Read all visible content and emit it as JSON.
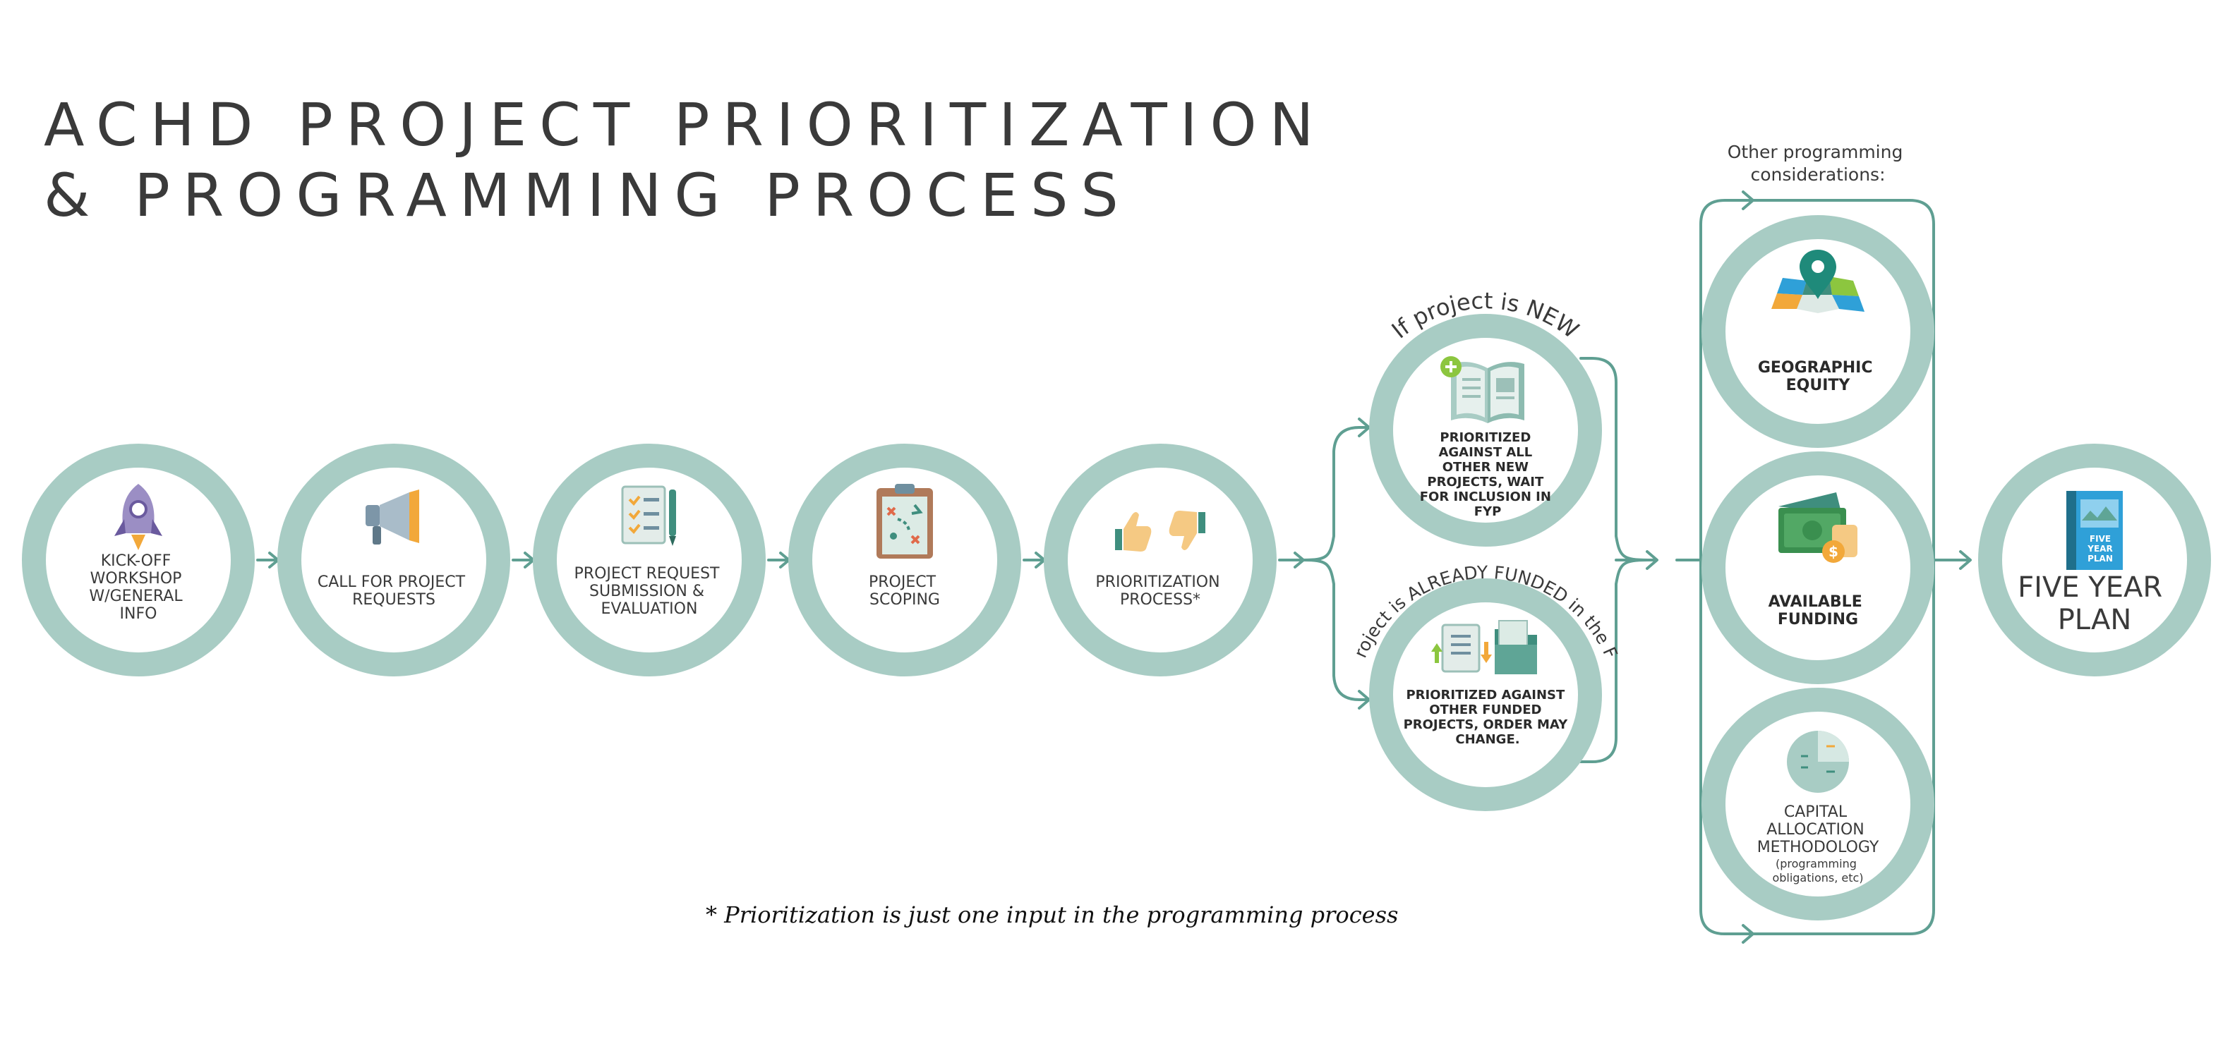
{
  "title": {
    "line1": "ACHD PROJECT PRIORITIZATION",
    "line2": "& PROGRAMMING PROCESS"
  },
  "steps": [
    {
      "lines": [
        "KICK-OFF",
        "WORKSHOP",
        "W/GENERAL",
        "INFO"
      ],
      "icon": "rocket-icon"
    },
    {
      "lines": [
        "CALL FOR PROJECT",
        "REQUESTS"
      ],
      "icon": "megaphone-icon"
    },
    {
      "lines": [
        "PROJECT REQUEST",
        "SUBMISSION &",
        "EVALUATION"
      ],
      "icon": "checklist-pen-icon"
    },
    {
      "lines": [
        "PROJECT",
        "SCOPING"
      ],
      "icon": "clipboard-plan-icon"
    },
    {
      "lines": [
        "PRIORITIZATION",
        "PROCESS*"
      ],
      "icon": "thumbs-up-down-icon"
    }
  ],
  "branches": {
    "new": {
      "arc_label": "If project is NEW",
      "lines": [
        "PRIORITIZED",
        "AGAINST ALL",
        "OTHER NEW",
        "PROJECTS, WAIT",
        "FOR INCLUSION IN",
        "FYP"
      ],
      "icon": "open-book-plus-icon"
    },
    "funded": {
      "arc_label": "If project is ALREADY FUNDED in the FYP:",
      "lines": [
        "PRIORITIZED AGAINST",
        "OTHER FUNDED",
        "PROJECTS, ORDER MAY",
        "CHANGE."
      ],
      "icon": "document-folder-icon"
    }
  },
  "considerations": {
    "header": [
      "Other programming",
      "considerations:"
    ],
    "items": [
      {
        "lines": [
          "GEOGRAPHIC",
          "EQUITY"
        ],
        "icon": "map-pin-icon"
      },
      {
        "lines": [
          "AVAILABLE",
          "FUNDING"
        ],
        "icon": "money-coins-icon"
      },
      {
        "lines": [
          "CAPITAL",
          "ALLOCATION",
          "METHODOLOGY"
        ],
        "sub": [
          "(programming",
          "obligations, etc)"
        ],
        "icon": "pie-chart-icon"
      }
    ]
  },
  "final": {
    "lines": [
      "FIVE YEAR",
      "PLAN"
    ],
    "icon_text": [
      "FIVE",
      "YEAR",
      "PLAN"
    ],
    "icon": "plan-book-icon"
  },
  "footnote": "* Prioritization is just one input in the programming process",
  "colors": {
    "ring": "#a8ccc4",
    "arrow": "#5f9f92",
    "text": "#3a3a3a"
  }
}
